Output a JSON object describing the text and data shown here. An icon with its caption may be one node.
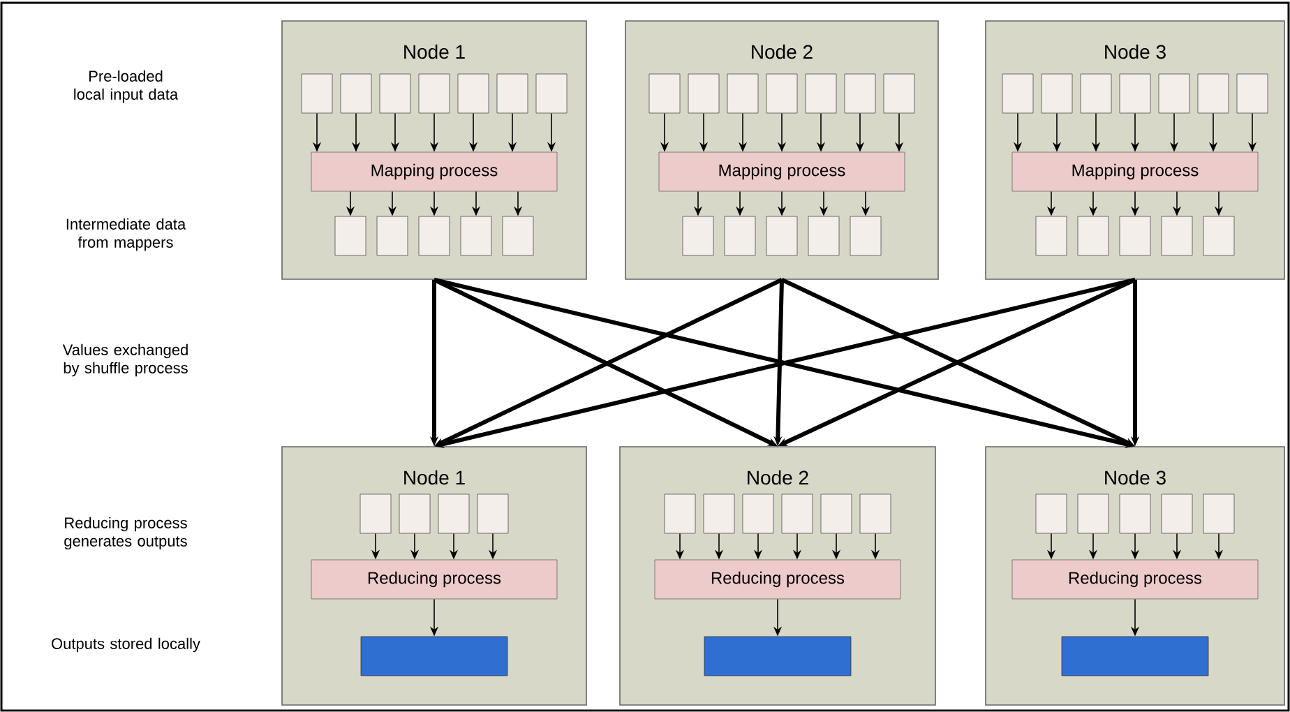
{
  "diagram": {
    "nodes": [
      {
        "text": [
          "Node 1"
        ]
      },
      {
        "text": [],
        "shape": "box",
        "in": 0
      },
      {
        "text": [],
        "shape": "box",
        "in": 0
      },
      {
        "text": [],
        "shape": "box",
        "in": 0
      },
      {
        "text": [],
        "shape": "box",
        "in": 0
      },
      {
        "text": [],
        "shape": "box",
        "in": 0
      },
      {
        "text": [],
        "shape": "box",
        "in": 0
      },
      {
        "text": [],
        "shape": "box",
        "in": 0
      },
      {
        "text": [
          "Mapping process"
        ],
        "in": 0
      },
      {
        "text": [],
        "shape": "box",
        "in": 0
      },
      {
        "text": [],
        "shape": "box",
        "in": 0
      },
      {
        "text": [],
        "shape": "box",
        "in": 0
      },
      {
        "text": [],
        "shape": "box",
        "in": 0
      },
      {
        "text": [],
        "shape": "box",
        "in": 0
      },
      {
        "text": [
          "Node 2"
        ]
      },
      {
        "text": [],
        "shape": "box",
        "in": 14
      },
      {
        "text": [],
        "shape": "box",
        "in": 14
      },
      {
        "text": [],
        "shape": "box",
        "in": 14
      },
      {
        "text": [],
        "shape": "box",
        "in": 14
      },
      {
        "text": [],
        "shape": "box",
        "in": 14
      },
      {
        "text": [],
        "shape": "box",
        "in": 14
      },
      {
        "text": [],
        "shape": "box",
        "in": 14
      },
      {
        "text": [
          "Mapping process"
        ],
        "in": 14
      },
      {
        "text": [],
        "shape": "box",
        "in": 14
      },
      {
        "text": [],
        "shape": "box",
        "in": 14
      },
      {
        "text": [],
        "shape": "box",
        "in": 14
      },
      {
        "text": [],
        "shape": "box",
        "in": 14
      },
      {
        "text": [],
        "shape": "box",
        "in": 14
      },
      {
        "text": [
          "Node 3"
        ]
      },
      {
        "text": [],
        "shape": "box",
        "in": 28
      },
      {
        "text": [],
        "shape": "box",
        "in": 28
      },
      {
        "text": [],
        "shape": "box",
        "in": 28
      },
      {
        "text": [],
        "shape": "box",
        "in": 28
      },
      {
        "text": [],
        "shape": "box",
        "in": 28
      },
      {
        "text": [],
        "shape": "box",
        "in": 28
      },
      {
        "text": [],
        "shape": "box",
        "in": 28
      },
      {
        "text": [
          "Mapping process"
        ],
        "in": 28
      },
      {
        "text": [],
        "shape": "box",
        "in": 28
      },
      {
        "text": [],
        "shape": "box",
        "in": 28
      },
      {
        "text": [],
        "shape": "box",
        "in": 28
      },
      {
        "text": [],
        "shape": "box",
        "in": 28
      },
      {
        "text": [],
        "shape": "box",
        "in": 28
      },
      {
        "text": [
          "Node 1"
        ]
      },
      {
        "text": [],
        "shape": "box",
        "in": 42
      },
      {
        "text": [],
        "shape": "box",
        "in": 42
      },
      {
        "text": [],
        "shape": "box",
        "in": 42
      },
      {
        "text": [],
        "shape": "box",
        "in": 42
      },
      {
        "text": [
          "Reducing process"
        ],
        "in": 42
      },
      {
        "text": [],
        "shape": "bar",
        "in": 42
      },
      {
        "text": [
          "Node 2"
        ]
      },
      {
        "text": [],
        "shape": "box",
        "in": 49
      },
      {
        "text": [],
        "shape": "box",
        "in": 49
      },
      {
        "text": [],
        "shape": "box",
        "in": 49
      },
      {
        "text": [],
        "shape": "box",
        "in": 49
      },
      {
        "text": [],
        "shape": "box",
        "in": 49
      },
      {
        "text": [],
        "shape": "box",
        "in": 49
      },
      {
        "text": [
          "Reducing process"
        ],
        "in": 49
      },
      {
        "text": [],
        "shape": "bar",
        "in": 49
      },
      {
        "text": [
          "Node 3"
        ]
      },
      {
        "text": [],
        "shape": "box",
        "in": 58
      },
      {
        "text": [],
        "shape": "box",
        "in": 58
      },
      {
        "text": [],
        "shape": "box",
        "in": 58
      },
      {
        "text": [],
        "shape": "box",
        "in": 58
      },
      {
        "text": [],
        "shape": "box",
        "in": 58
      },
      {
        "text": [
          "Reducing process"
        ],
        "in": 58
      },
      {
        "text": [],
        "shape": "bar",
        "in": 58
      }
    ],
    "edges": [
      {
        "from": 0,
        "to": 42,
        "arrow": "to",
        "style": "thick"
      },
      {
        "from": 0,
        "to": 49,
        "arrow": "to",
        "style": "thick"
      },
      {
        "from": 0,
        "to": 58,
        "arrow": "to",
        "style": "thick"
      },
      {
        "from": 14,
        "to": 42,
        "arrow": "to",
        "style": "thick"
      },
      {
        "from": 14,
        "to": 49,
        "arrow": "to",
        "style": "thick"
      },
      {
        "from": 14,
        "to": 58,
        "arrow": "to",
        "style": "thick"
      },
      {
        "from": 28,
        "to": 42,
        "arrow": "to",
        "style": "thick"
      },
      {
        "from": 28,
        "to": 49,
        "arrow": "to",
        "style": "thick"
      },
      {
        "from": 28,
        "to": 58,
        "arrow": "to",
        "style": "thick"
      },
      {
        "from": 1,
        "to": 8,
        "arrow": "to"
      },
      {
        "from": 2,
        "to": 8,
        "arrow": "to"
      },
      {
        "from": 3,
        "to": 8,
        "arrow": "to"
      },
      {
        "from": 4,
        "to": 8,
        "arrow": "to"
      },
      {
        "from": 5,
        "to": 8,
        "arrow": "to"
      },
      {
        "from": 6,
        "to": 8,
        "arrow": "to"
      },
      {
        "from": 7,
        "to": 8,
        "arrow": "to"
      },
      {
        "from": 8,
        "to": 9,
        "arrow": "to"
      },
      {
        "from": 8,
        "to": 10,
        "arrow": "to"
      },
      {
        "from": 8,
        "to": 11,
        "arrow": "to"
      },
      {
        "from": 8,
        "to": 12,
        "arrow": "to"
      },
      {
        "from": 8,
        "to": 13,
        "arrow": "to"
      },
      {
        "from": 15,
        "to": 22,
        "arrow": "to"
      },
      {
        "from": 16,
        "to": 22,
        "arrow": "to"
      },
      {
        "from": 17,
        "to": 22,
        "arrow": "to"
      },
      {
        "from": 18,
        "to": 22,
        "arrow": "to"
      },
      {
        "from": 19,
        "to": 22,
        "arrow": "to"
      },
      {
        "from": 20,
        "to": 22,
        "arrow": "to"
      },
      {
        "from": 21,
        "to": 22,
        "arrow": "to"
      },
      {
        "from": 22,
        "to": 23,
        "arrow": "to"
      },
      {
        "from": 22,
        "to": 24,
        "arrow": "to"
      },
      {
        "from": 22,
        "to": 25,
        "arrow": "to"
      },
      {
        "from": 22,
        "to": 26,
        "arrow": "to"
      },
      {
        "from": 22,
        "to": 27,
        "arrow": "to"
      },
      {
        "from": 29,
        "to": 36,
        "arrow": "to"
      },
      {
        "from": 30,
        "to": 36,
        "arrow": "to"
      },
      {
        "from": 31,
        "to": 36,
        "arrow": "to"
      },
      {
        "from": 32,
        "to": 36,
        "arrow": "to"
      },
      {
        "from": 33,
        "to": 36,
        "arrow": "to"
      },
      {
        "from": 34,
        "to": 36,
        "arrow": "to"
      },
      {
        "from": 35,
        "to": 36,
        "arrow": "to"
      },
      {
        "from": 36,
        "to": 37,
        "arrow": "to"
      },
      {
        "from": 36,
        "to": 38,
        "arrow": "to"
      },
      {
        "from": 36,
        "to": 39,
        "arrow": "to"
      },
      {
        "from": 36,
        "to": 40,
        "arrow": "to"
      },
      {
        "from": 36,
        "to": 41,
        "arrow": "to"
      },
      {
        "from": 43,
        "to": 47,
        "arrow": "to"
      },
      {
        "from": 44,
        "to": 47,
        "arrow": "to"
      },
      {
        "from": 45,
        "to": 47,
        "arrow": "to"
      },
      {
        "from": 46,
        "to": 47,
        "arrow": "to"
      },
      {
        "from": 47,
        "to": 48,
        "arrow": "to"
      },
      {
        "from": 50,
        "to": 56,
        "arrow": "to"
      },
      {
        "from": 51,
        "to": 56,
        "arrow": "to"
      },
      {
        "from": 52,
        "to": 56,
        "arrow": "to"
      },
      {
        "from": 53,
        "to": 56,
        "arrow": "to"
      },
      {
        "from": 54,
        "to": 56,
        "arrow": "to"
      },
      {
        "from": 55,
        "to": 56,
        "arrow": "to"
      },
      {
        "from": 56,
        "to": 57,
        "arrow": "to"
      },
      {
        "from": 59,
        "to": 64,
        "arrow": "to"
      },
      {
        "from": 60,
        "to": 64,
        "arrow": "to"
      },
      {
        "from": 61,
        "to": 64,
        "arrow": "to"
      },
      {
        "from": 62,
        "to": 64,
        "arrow": "to"
      },
      {
        "from": 63,
        "to": 64,
        "arrow": "to"
      },
      {
        "from": 64,
        "to": 65,
        "arrow": "to"
      }
    ],
    "labels": [
      "Pre-loaded local input data",
      "Intermediate data from mappers",
      "Values exchanged by shuffle process",
      "Reducing process generates outputs",
      "Outputs stored locally"
    ]
  }
}
